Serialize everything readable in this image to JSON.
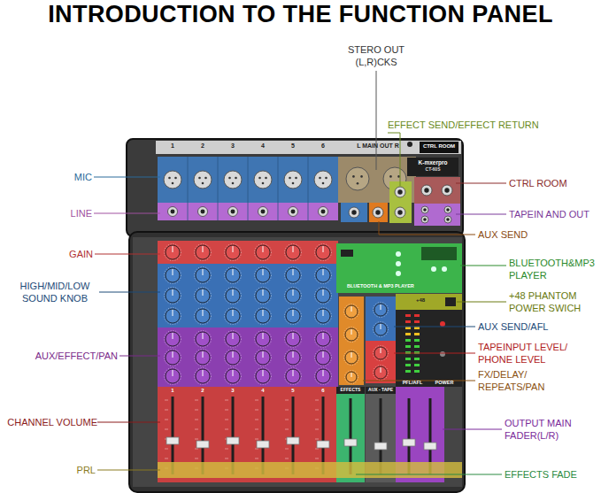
{
  "diagram": {
    "title": "INTRODUCTION TO THE FUNCTION PANEL",
    "labels": [
      "STERO OUT (L,R)CKS",
      "EFFECT SEND/EFFECT RETURN",
      "1",
      "2",
      "3",
      "4",
      "5",
      "6",
      "L MAIN OUT R",
      "CTRL ROOM",
      "K-mxerpro",
      "CT-60S",
      "MIC",
      "CTRL ROOM",
      "LINE",
      "TAPEIN AND OUT",
      "AUX SEND",
      "GAIN",
      "BLUETOOTH&MP3 PLAYER",
      "BLUETOOTH & MP3 PLAYER",
      "HIGH/MID/LOW SOUND KNOB",
      "+48",
      "+48 PHANTOM POWER SWICH",
      "AUX SEND/AFL",
      "TAPEINPUT LEVEL/ PHONE LEVEL",
      "AUX/EFFECT/PAN",
      "FX/DELAY/ REPEATS/PAN",
      "PFL/AFL",
      "POWER",
      "1",
      "2",
      "3",
      "4",
      "5",
      "6",
      "EFFECTS",
      "AUX - TAPE",
      "CHANNEL VOLUME",
      "OUTPUT MAIN FADER(L/R)",
      "PRL",
      "EFFECTS FADE"
    ]
  }
}
